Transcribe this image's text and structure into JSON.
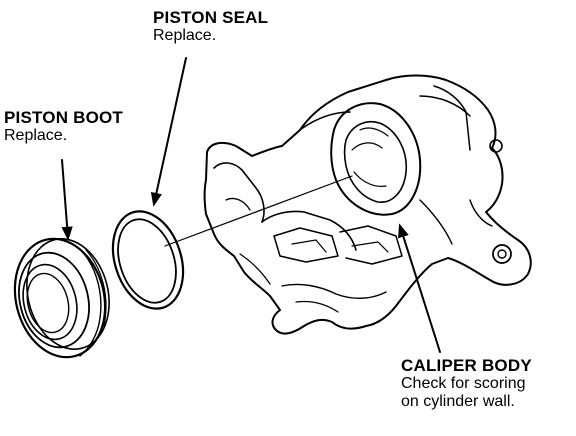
{
  "labels": {
    "piston_seal": {
      "title": "PISTON SEAL",
      "note": "Replace."
    },
    "piston_boot": {
      "title": "PISTON BOOT",
      "note": "Replace."
    },
    "caliper_body": {
      "title": "CALIPER BODY",
      "note_line1": "Check for scoring",
      "note_line2": "on cylinder wall."
    }
  },
  "colors": {
    "ink": "#000000",
    "background": "#ffffff"
  }
}
